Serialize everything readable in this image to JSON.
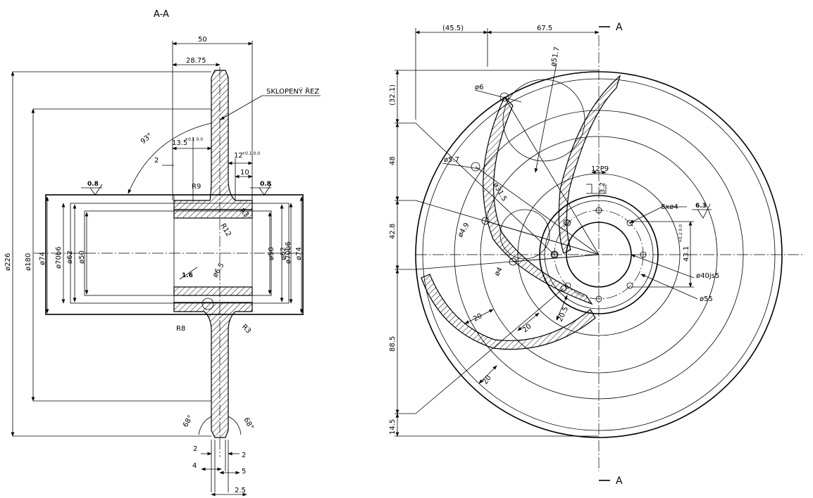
{
  "section": {
    "title": "A-A",
    "note": "SKLOPENÝ ŘEZ",
    "dims": {
      "d226": "ø226",
      "d180": "ø180",
      "d74": "ø74",
      "d70b6": "ø70b6",
      "d62": "ø62",
      "d50": "ø50",
      "w50": "50",
      "w28_75": "28.75",
      "w13_5": "13.5",
      "tol13_5": "+0.1 0.0",
      "w12": "12",
      "tol12": "+0.1 0.0",
      "w10": "10",
      "w2": "2",
      "ang93": "93°",
      "r9": "R9",
      "r3a": "R3",
      "r12": "R12",
      "r8": "R8",
      "r3b": "R3",
      "d6_5": "ø6.5",
      "ang68l": "68°",
      "ang68r": "68°",
      "b2l": "2",
      "b2r": "2",
      "b4": "4",
      "b5": "5",
      "b2_5": "2.5"
    },
    "rough": {
      "r0_8a": "0.8",
      "r0_8b": "0.8",
      "r1_6": "1.6"
    }
  },
  "front": {
    "cutmark": "A",
    "dims": {
      "top45_5": "(45.5)",
      "top67_5": "67.5",
      "d51_7": "ø51.7",
      "d6": "ø6",
      "d5_7": "ø5.7",
      "d31_5": "ø31.5",
      "d4_9": "ø4.9",
      "d4": "ø4",
      "v32_1": "(32.1)",
      "v48": "48",
      "v42_8": "42.8",
      "v88_5": "88.5",
      "v14_5": "14.5",
      "w20a": "20",
      "w20b": "20",
      "w20_5": "20.5",
      "w20c": "20",
      "key12p9": "12P9",
      "key3_2": "3.2",
      "holes": "8xø4",
      "h43_1": "43.1",
      "tol43_1": "+0.2 0.0",
      "d40js5": "ø40js5",
      "d55": "ø55"
    },
    "rough": {
      "r6_3": "6.3"
    }
  }
}
